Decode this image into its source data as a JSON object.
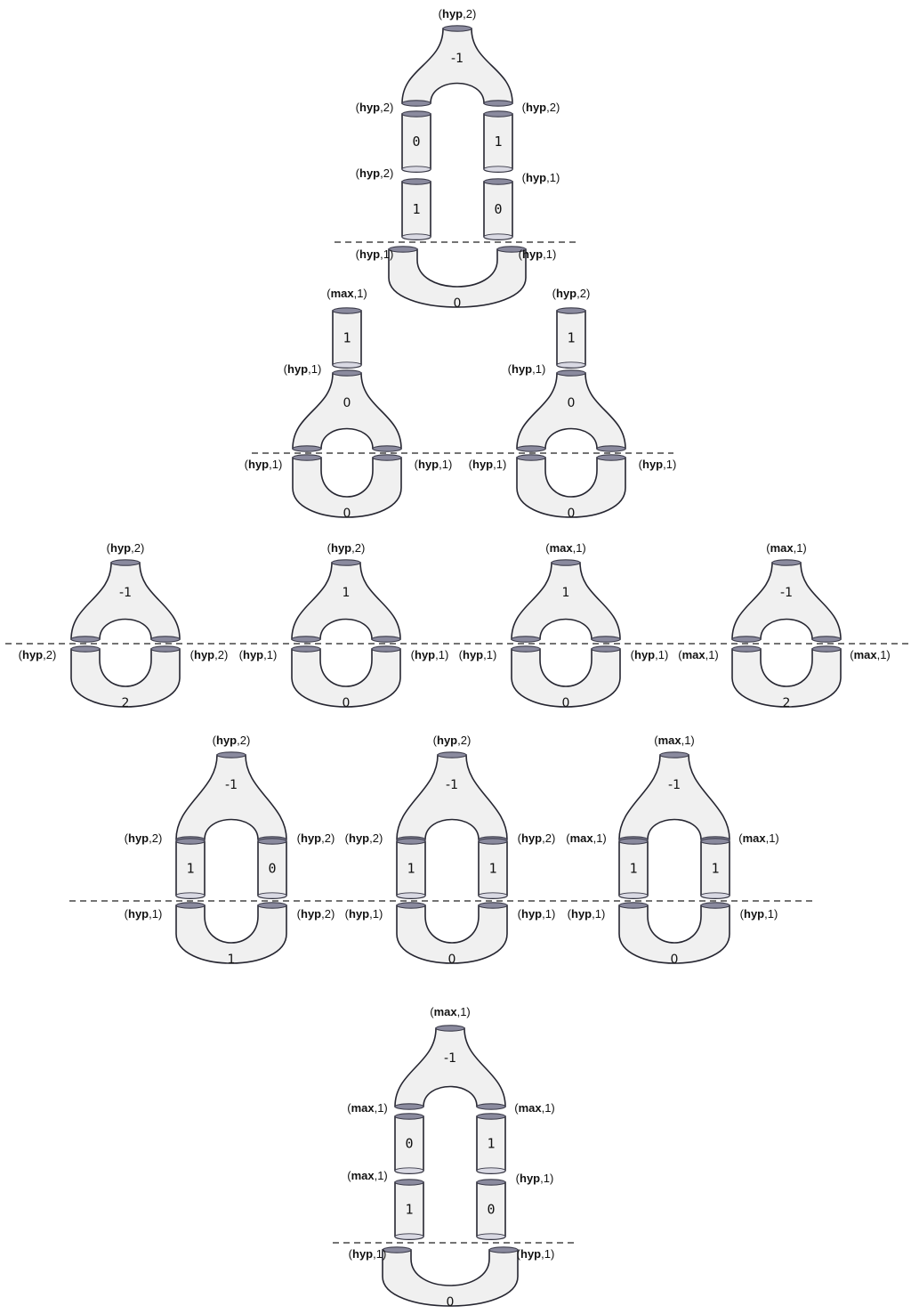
{
  "rows": [
    {
      "diagrams": [
        {
          "id": "d1",
          "cut": true,
          "pants_top": {
            "top": "(hyp,2)",
            "top_l": [
              "hyp",
              "2"
            ],
            "value": "-1",
            "left": [
              "hyp",
              "2"
            ],
            "right": [
              "hyp",
              "2"
            ]
          },
          "cylinders": [
            {
              "left_value": "0",
              "right_value": "1",
              "left_label": [
                "hyp",
                "2"
              ],
              "right_label": [
                "hyp",
                "1"
              ]
            },
            {
              "left_value": "1",
              "right_value": "0"
            }
          ],
          "cup": {
            "value": "0",
            "left": [
              "hyp",
              "1"
            ],
            "right": [
              "hyp",
              "1"
            ]
          }
        }
      ]
    },
    {
      "diagrams": [
        {
          "id": "d2",
          "top_cyl": {
            "value": "1",
            "top": [
              "max",
              "1"
            ],
            "bottom": [
              "hyp",
              "1"
            ]
          },
          "pants_value": "0",
          "cup": {
            "value": "0",
            "left": [
              "hyp",
              "1"
            ],
            "right": [
              "hyp",
              "1"
            ]
          }
        },
        {
          "id": "d3",
          "top_cyl": {
            "value": "1",
            "top": [
              "hyp",
              "2"
            ],
            "bottom": [
              "hyp",
              "1"
            ]
          },
          "pants_value": "0",
          "cup": {
            "value": "0",
            "left": [
              "hyp",
              "1"
            ],
            "right": [
              "hyp",
              "1"
            ]
          }
        }
      ]
    },
    {
      "diagrams": [
        {
          "id": "d4",
          "top": [
            "hyp",
            "2"
          ],
          "pants_value": "-1",
          "cup": {
            "value": "2",
            "left": [
              "hyp",
              "2"
            ],
            "right": [
              "hyp",
              "2"
            ]
          }
        },
        {
          "id": "d5",
          "top": [
            "hyp",
            "2"
          ],
          "pants_value": "1",
          "cup": {
            "value": "0",
            "left": [
              "hyp",
              "1"
            ],
            "right": [
              "hyp",
              "1"
            ]
          }
        },
        {
          "id": "d6",
          "top": [
            "max",
            "1"
          ],
          "pants_value": "1",
          "cup": {
            "value": "0",
            "left": [
              "hyp",
              "1"
            ],
            "right": [
              "hyp",
              "1"
            ]
          }
        },
        {
          "id": "d7",
          "top": [
            "max",
            "1"
          ],
          "pants_value": "-1",
          "cup": {
            "value": "2",
            "left": [
              "max",
              "1"
            ],
            "right": [
              "max",
              "1"
            ]
          }
        }
      ]
    },
    {
      "diagrams": [
        {
          "id": "d8",
          "top": [
            "hyp",
            "2"
          ],
          "pants_value": "-1",
          "mid_left": [
            "hyp",
            "2"
          ],
          "mid_right": [
            "hyp",
            "2"
          ],
          "cyl_left": "1",
          "cyl_right": "0",
          "cup": {
            "value": "1",
            "left": [
              "hyp",
              "1"
            ],
            "right": [
              "hyp",
              "2"
            ]
          }
        },
        {
          "id": "d9",
          "top": [
            "hyp",
            "2"
          ],
          "pants_value": "-1",
          "mid_left": [
            "hyp",
            "2"
          ],
          "mid_right": [
            "hyp",
            "2"
          ],
          "cyl_left": "1",
          "cyl_right": "1",
          "cup": {
            "value": "0",
            "left": [
              "hyp",
              "1"
            ],
            "right": [
              "hyp",
              "1"
            ]
          }
        },
        {
          "id": "d10",
          "top": [
            "max",
            "1"
          ],
          "pants_value": "-1",
          "mid_left": [
            "max",
            "1"
          ],
          "mid_right": [
            "max",
            "1"
          ],
          "cyl_left": "1",
          "cyl_right": "1",
          "cup": {
            "value": "0",
            "left": [
              "hyp",
              "1"
            ],
            "right": [
              "hyp",
              "1"
            ]
          }
        }
      ]
    },
    {
      "diagrams": [
        {
          "id": "d11",
          "top": [
            "max",
            "1"
          ],
          "pants_value": "-1",
          "mid_left": [
            "max",
            "1"
          ],
          "mid_right": [
            "max",
            "1"
          ],
          "cyl1_left": "0",
          "cyl1_right": "1",
          "low_left": [
            "max",
            "1"
          ],
          "low_right": [
            "hyp",
            "1"
          ],
          "cyl2_left": "1",
          "cyl2_right": "0",
          "cup": {
            "value": "0",
            "left": [
              "hyp",
              "1"
            ],
            "right": [
              "hyp",
              "1"
            ]
          }
        }
      ]
    }
  ]
}
